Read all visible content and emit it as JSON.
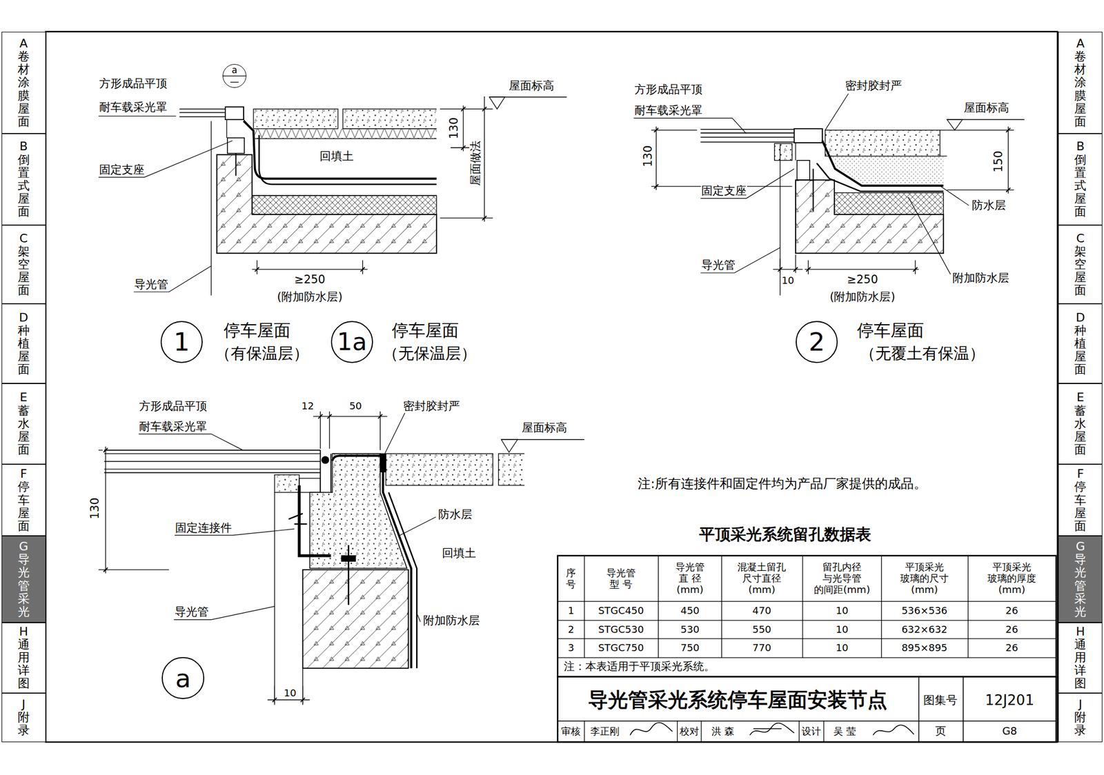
{
  "diagram": {
    "title": "导光管采光系统停车屋面安装节点",
    "nodes": [
      {
        "text": [
          "A",
          "卷材涂膜屋面"
        ]
      },
      {
        "text": [
          "B",
          "倒置式屋面"
        ]
      },
      {
        "text": [
          "C",
          "架空屋面"
        ]
      },
      {
        "text": [
          "D",
          "种植屋面"
        ]
      },
      {
        "text": [
          "E",
          "蓄水屋面"
        ]
      },
      {
        "text": [
          "F",
          "停车屋面"
        ]
      },
      {
        "text": [
          "G",
          "导光管采光"
        ]
      },
      {
        "text": [
          "H",
          "通用详图"
        ]
      },
      {
        "text": [
          "J",
          "附录"
        ]
      },
      {
        "text": [
          "A",
          "卷材涂膜屋面"
        ]
      },
      {
        "text": [
          "B",
          "倒置式屋面"
        ]
      },
      {
        "text": [
          "C",
          "架空屋面"
        ]
      },
      {
        "text": [
          "D",
          "种植屋面"
        ]
      },
      {
        "text": [
          "E",
          "蓄水屋面"
        ]
      },
      {
        "text": [
          "F",
          "停车屋面"
        ]
      },
      {
        "text": [
          "G",
          "导光管采光"
        ]
      },
      {
        "text": [
          "H",
          "通用详图"
        ]
      },
      {
        "text": [
          "J",
          "附录"
        ]
      },
      {
        "text": [
          "a",
          "—"
        ]
      },
      {
        "text": [
          "1"
        ]
      },
      {
        "text": [
          "1a"
        ]
      },
      {
        "text": [
          "2"
        ]
      },
      {
        "text": [
          "a"
        ]
      }
    ],
    "labels": [
      "方形成品平顶",
      "耐车载采光罩",
      "屋面标高",
      "130",
      "屋面做法",
      "回填土",
      "固定支座",
      "导光管",
      "≥250",
      "(附加防水层)",
      "停车屋面",
      "（有保温层）",
      "停车屋面",
      "（无保温层）",
      "方形成品平顶",
      "耐车载采光罩",
      "密封胶封严",
      "屋面标高",
      "130",
      "150",
      "固定支座",
      "防水层",
      "导光管",
      "10",
      "≥250",
      "(附加防水层)",
      "附加防水层",
      "停车屋面",
      "（无覆土有保温）",
      "方形成品平顶",
      "耐车载采光罩",
      "12",
      "50",
      "密封胶封严",
      "屋面标高",
      "130",
      "固定连接件",
      "防水层",
      "回填土",
      "导光管",
      "附加防水层",
      "10",
      "注:所有连接件和固定件均为产品厂家提供的成品。",
      "平顶采光系统留孔数据表",
      "序 号",
      "导光管 型 号",
      "导光管 直 径 (mm)",
      "混凝土留孔 尺寸直径 (mm)",
      "留孔内径 与光导管 的间距(mm)",
      "平顶采光 玻璃的尺寸 (mm)",
      "平顶采光 玻璃的厚度 (mm)",
      "1",
      "STGC450",
      "450",
      "470",
      "10",
      "536×536",
      "26",
      "2",
      "STGC530",
      "530",
      "550",
      "10",
      "632×632",
      "26",
      "3",
      "STGC750",
      "750",
      "770",
      "10",
      "895×895",
      "26",
      "注：本表适用于平顶采光系统。",
      "图集号",
      "12J201",
      "审核",
      "李正刚",
      "校对",
      "洪 森",
      "设计",
      "吴 莹",
      "页",
      "G8"
    ]
  }
}
